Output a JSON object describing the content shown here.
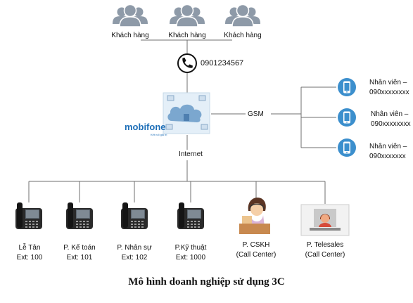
{
  "customers": [
    {
      "label": "Khách hàng"
    },
    {
      "label": "Khách hàng"
    },
    {
      "label": "Khách hàng"
    }
  ],
  "hotline": {
    "number": "0901234567"
  },
  "provider": {
    "logo_text": "mobifone",
    "tagline": "Kết nối giá trị"
  },
  "links": {
    "gsm": "GSM",
    "internet": "Internet"
  },
  "mobile_staff": [
    {
      "line1": "Nhân viên –",
      "line2": "090xxxxxxxx"
    },
    {
      "line1": "Nhân viên –",
      "line2": "090xxxxxxxx"
    },
    {
      "line1": "Nhân viên –",
      "line2": "090xxxxxxx"
    }
  ],
  "extensions": [
    {
      "dept": "Lễ Tân",
      "ext": "Ext: 100",
      "kind": "desk-phone"
    },
    {
      "dept": "P. Kế toán",
      "ext": "Ext: 101",
      "kind": "desk-phone"
    },
    {
      "dept": "P. Nhân sự",
      "ext": "Ext: 102",
      "kind": "desk-phone"
    },
    {
      "dept": "P.Kỹ thuật",
      "ext": "Ext: 1000",
      "kind": "desk-phone"
    },
    {
      "dept": "P. CSKH",
      "ext": "(Call Center)",
      "kind": "call-center-agent"
    },
    {
      "dept": "P. Telesales",
      "ext": "(Call Center)",
      "kind": "call-center-agent"
    }
  ],
  "caption": "Mô hình doanh nghiệp sử dụng 3C",
  "colors": {
    "person_icon": "#8e9aa8",
    "line": "#6f6f6f",
    "mobile_circle": "#3c8fcd",
    "brand_blue": "#1e6fb8",
    "brand_orange": "#f39200"
  }
}
